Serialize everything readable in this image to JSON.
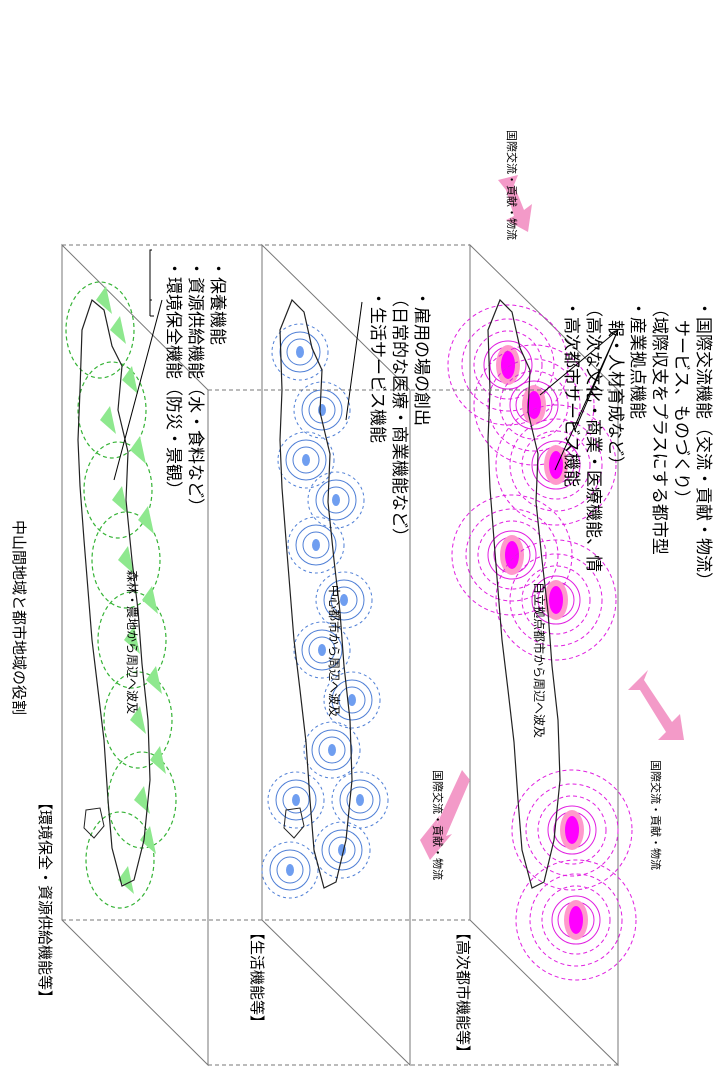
{
  "title": "中山間地域と都市地域の役割",
  "layers": [
    {
      "id": "environment",
      "label": "【環境保全・資源供給機能等】",
      "wave_text": "森林・農地から周辺へ波及",
      "callout": [
        "・環境保全機能（防災・景観）",
        "・資源供給機能（水・食料など）",
        "・保養機能"
      ],
      "colors": {
        "stroke": "#36b336",
        "fill": "#8ee88e"
      }
    },
    {
      "id": "living",
      "label": "【生活機能等】",
      "wave_text": "中心都市から周辺へ波及",
      "callout": [
        "・生活サービス機能",
        "（日常的な医療・商業機能など）",
        "・雇用の場の創出"
      ],
      "exchange": "国際交流・貢献・物流",
      "colors": {
        "stroke": "#4f7fd6",
        "fill": "#6f9ef0"
      }
    },
    {
      "id": "advanced",
      "label": "【高次都市機能等】",
      "wave_text": "自立拠点都市から周辺へ波及",
      "callout": [
        "・高次都市サービス機能",
        "（高次な文化・商業・医療機能、情",
        "報・人材育成など）",
        "・産業拠点機能",
        "（域際収支をプラスにする都市型",
        "サービス、ものづくり）",
        "・国際交流機能（交流・貢献・物流）"
      ],
      "exchange_bottom": "国際交流・貢献・物流",
      "exchange_top": "国際交流・貢献・物流",
      "colors": {
        "stroke": "#e01ee0",
        "fill": "#ff00ff",
        "halo": "#ff99cc"
      }
    }
  ],
  "arrow_color": "#f39ac8"
}
